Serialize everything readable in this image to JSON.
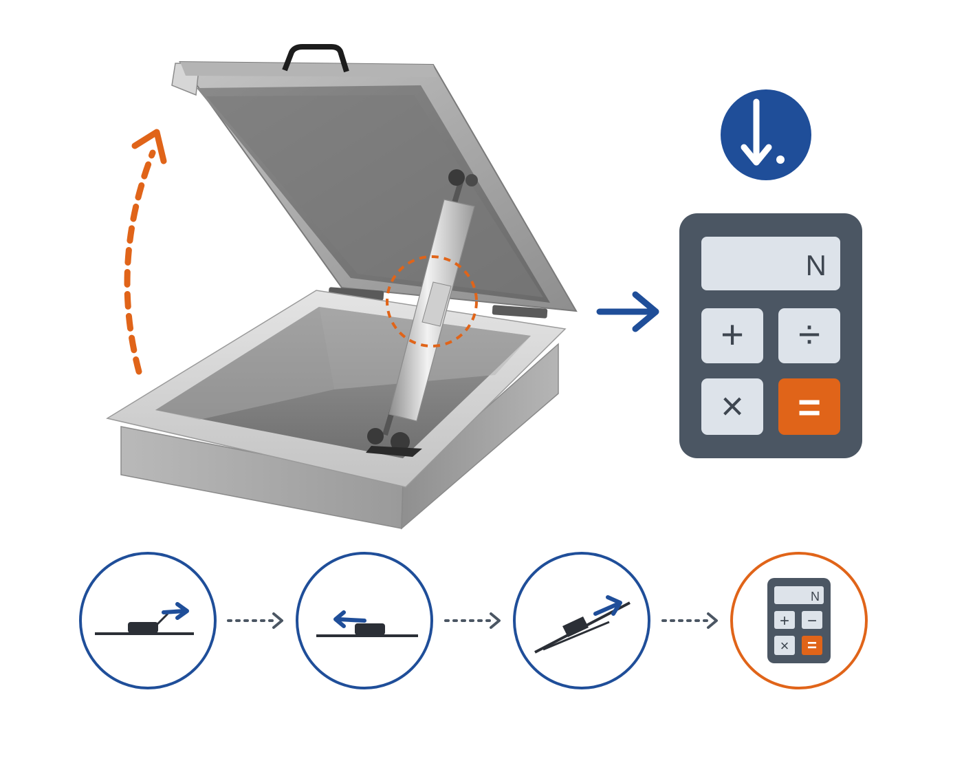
{
  "calculator": {
    "display_unit": "N",
    "keys": [
      "+",
      "÷",
      "×",
      "="
    ]
  },
  "steps": [
    {
      "id": "step-1",
      "icon": "push-right-icon"
    },
    {
      "id": "step-2",
      "icon": "pull-left-icon"
    },
    {
      "id": "step-3",
      "icon": "slope-push-icon"
    },
    {
      "id": "step-4",
      "icon": "calculator-icon",
      "display_unit": "N",
      "keys": [
        "+",
        "−",
        "×",
        "="
      ]
    }
  ],
  "icons": {
    "lift-arrow": "dashed-curved-arrow-icon",
    "measure-badge": "down-arrow-badge-icon",
    "to-calculator": "right-arrow-icon",
    "step-connector": "dotted-arrow-icon"
  },
  "colors": {
    "navy": "#1f4e99",
    "orange": "#e06419",
    "slate": "#4b5663",
    "metal": "#9a9a9a",
    "key_bg": "#dde3ea"
  }
}
